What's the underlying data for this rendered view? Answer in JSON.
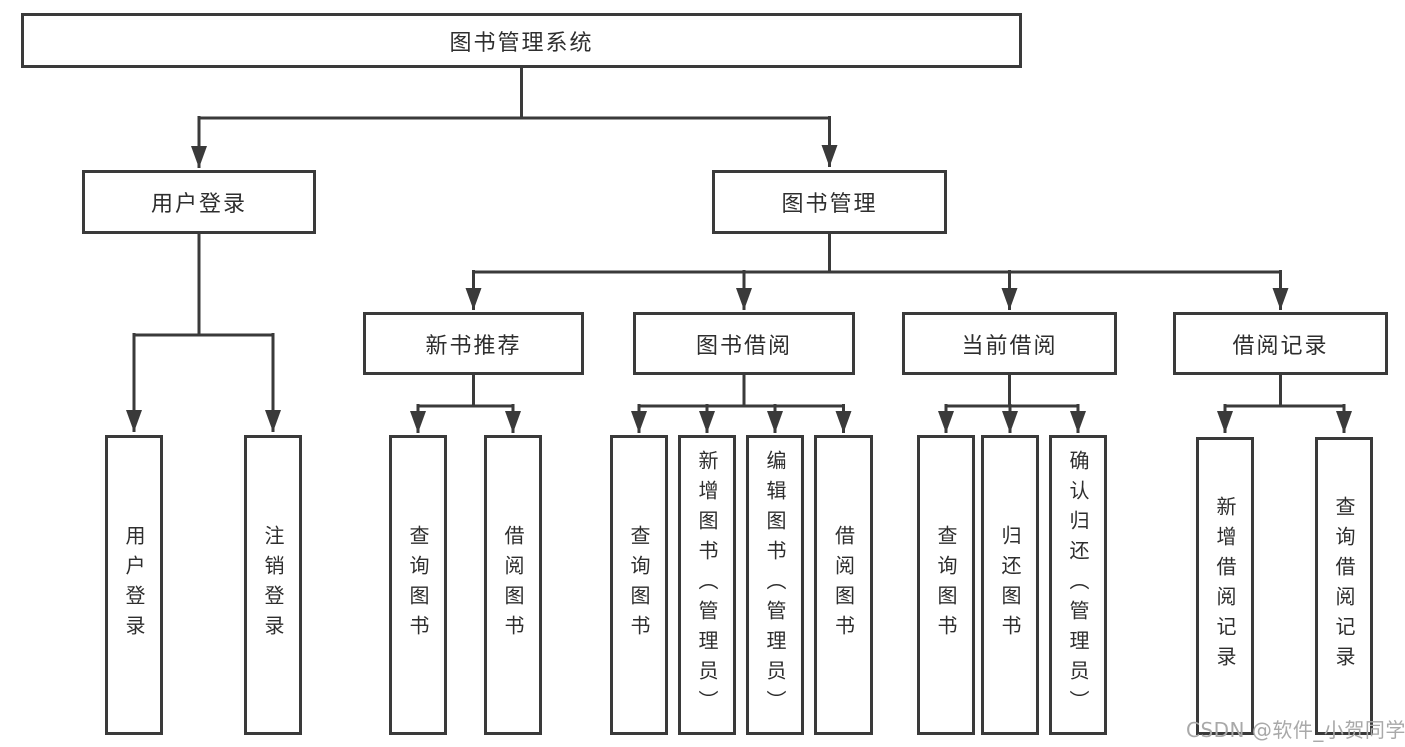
{
  "nodes": {
    "root": "图书管理系统",
    "user_login": "用户登录",
    "book_mgmt": "图书管理",
    "new_book_rec": "新书推荐",
    "book_borrow": "图书借阅",
    "current_borrow": "当前借阅",
    "borrow_records": "借阅记录",
    "leaf_user_login": "用户登录",
    "leaf_logout": "注销登录",
    "leaf_query_book_1": "查询图书",
    "leaf_borrow_book_1": "借阅图书",
    "leaf_query_book_2": "查询图书",
    "leaf_add_book": "新增图书（管理员）",
    "leaf_edit_book": "编辑图书（管理员）",
    "leaf_borrow_book_2": "借阅图书",
    "leaf_query_book_3": "查询图书",
    "leaf_return_book": "归还图书",
    "leaf_confirm_return": "确认归还（管理员）",
    "leaf_add_record": "新增借阅记录",
    "leaf_query_record": "查询借阅记录"
  },
  "watermark": "CSDN @软件_小贺同学",
  "colors": {
    "line": "#3a3a3a",
    "text": "#2e2e2e",
    "watermark": "#a9a9a9",
    "background": "#ffffff"
  }
}
